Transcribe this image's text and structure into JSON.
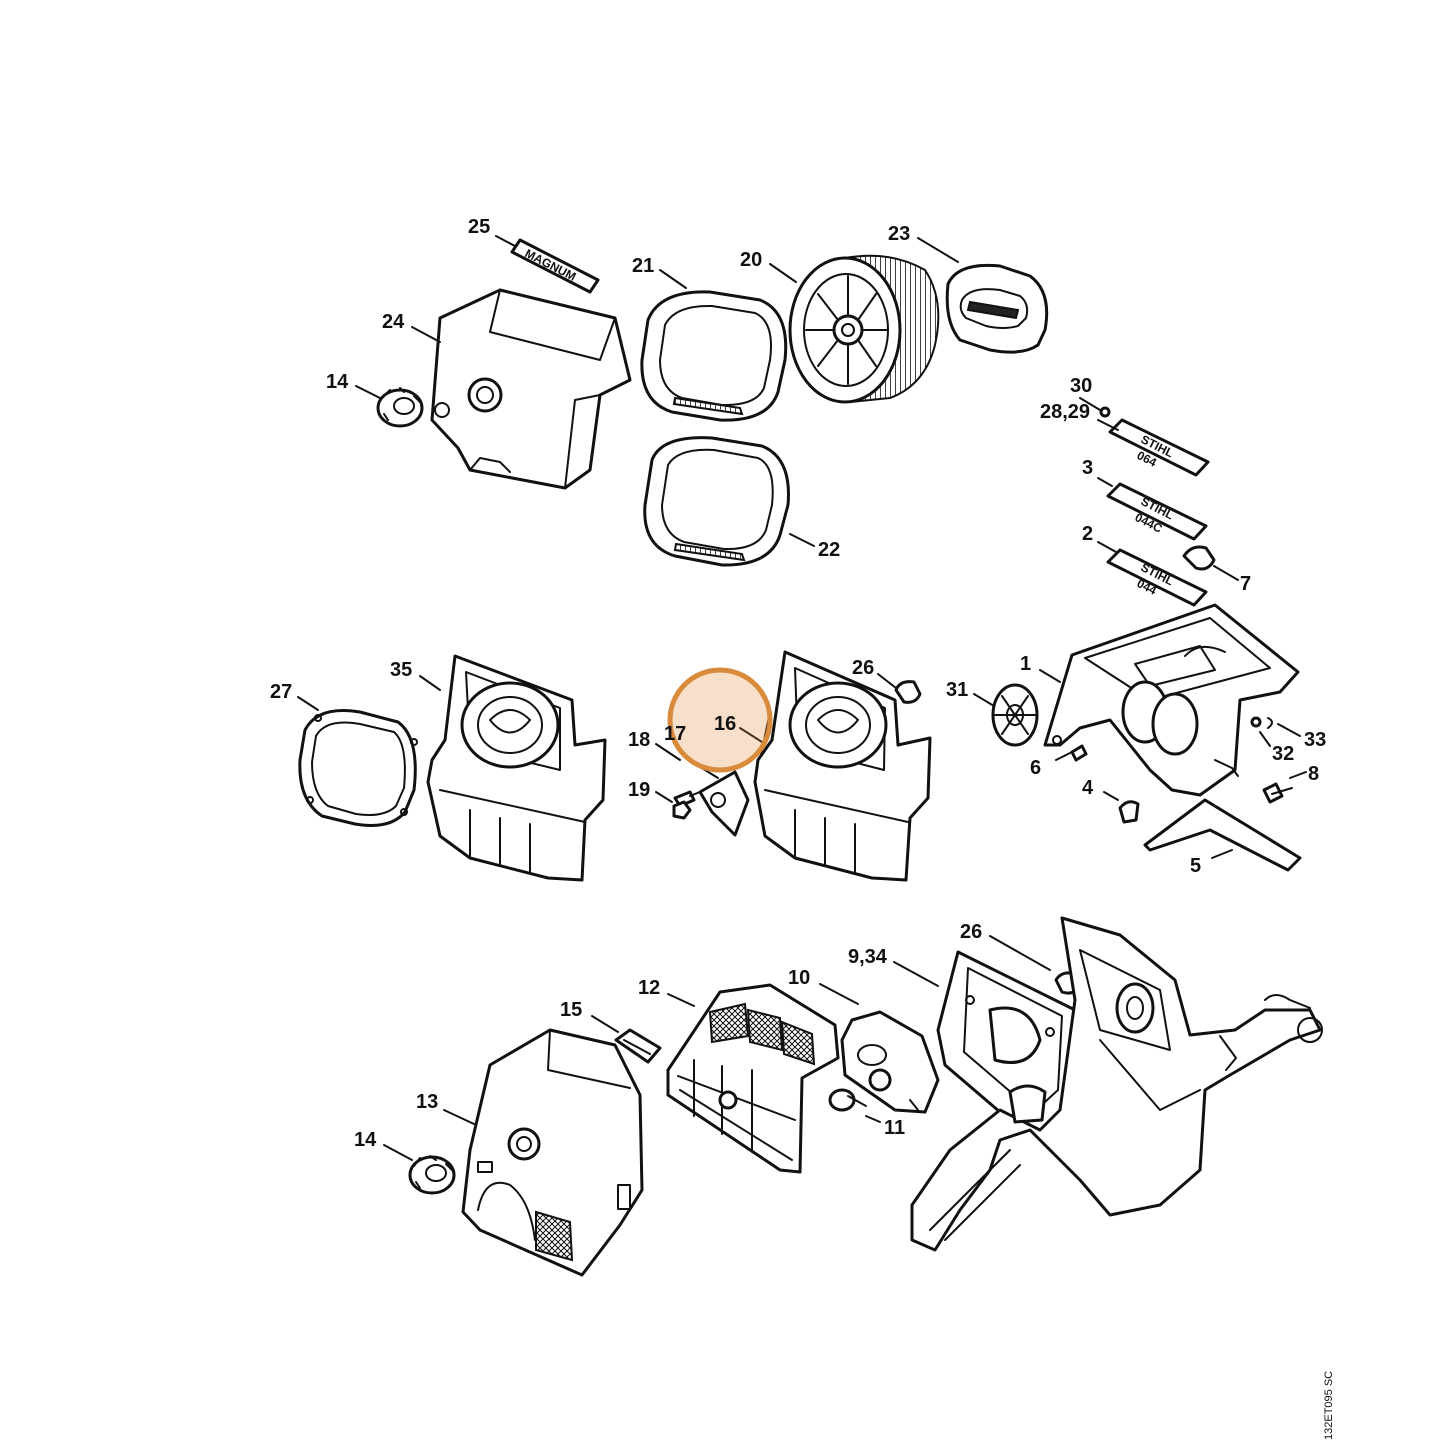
{
  "diagram": {
    "reference_code": "132ET095 SC",
    "highlight_color": "#d98a3d",
    "highlighted_callout": "16",
    "callouts": {
      "c1": "1",
      "c2": "2",
      "c3": "3",
      "c4": "4",
      "c5": "5",
      "c6": "6",
      "c7": "7",
      "c8": "8",
      "c9_34": "9,34",
      "c10": "10",
      "c11": "11",
      "c12": "12",
      "c13": "13",
      "c14_top": "14",
      "c14_bottom": "14",
      "c15": "15",
      "c16": "16",
      "c17": "17",
      "c18": "18",
      "c19": "19",
      "c20": "20",
      "c21": "21",
      "c22": "22",
      "c23": "23",
      "c24": "24",
      "c25": "25",
      "c26_mid": "26",
      "c26_bottom": "26",
      "c27": "27",
      "c28_29": "28,29",
      "c30": "30",
      "c31": "31",
      "c32": "32",
      "c33": "33",
      "c35": "35"
    },
    "plates": {
      "magnum": "MAGNUM",
      "stihl_1": "STIHL",
      "model_1": "064",
      "stihl_2": "STIHL",
      "model_2": "044C",
      "stihl_3": "STIHL",
      "model_3": "044"
    }
  }
}
